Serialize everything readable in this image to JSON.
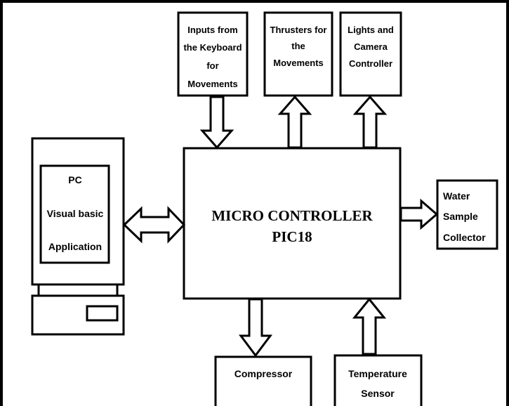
{
  "diagram": {
    "keyboard_box": [
      "Inputs from",
      "the Keyboard",
      "for",
      "Movements"
    ],
    "thrusters_box": [
      "Thrusters for",
      "the",
      "Movements"
    ],
    "lights_box": [
      "Lights and",
      "Camera",
      "Controller"
    ],
    "pc_screen": [
      "PC",
      "Visual basic",
      "Application"
    ],
    "micro_controller": [
      "MICRO CONTROLLER",
      "PIC18"
    ],
    "water_box": [
      "Water",
      "Sample",
      "Collector"
    ],
    "compressor_box": [
      "Compressor"
    ],
    "temperature_box": [
      "Temperature",
      "Sensor"
    ]
  }
}
